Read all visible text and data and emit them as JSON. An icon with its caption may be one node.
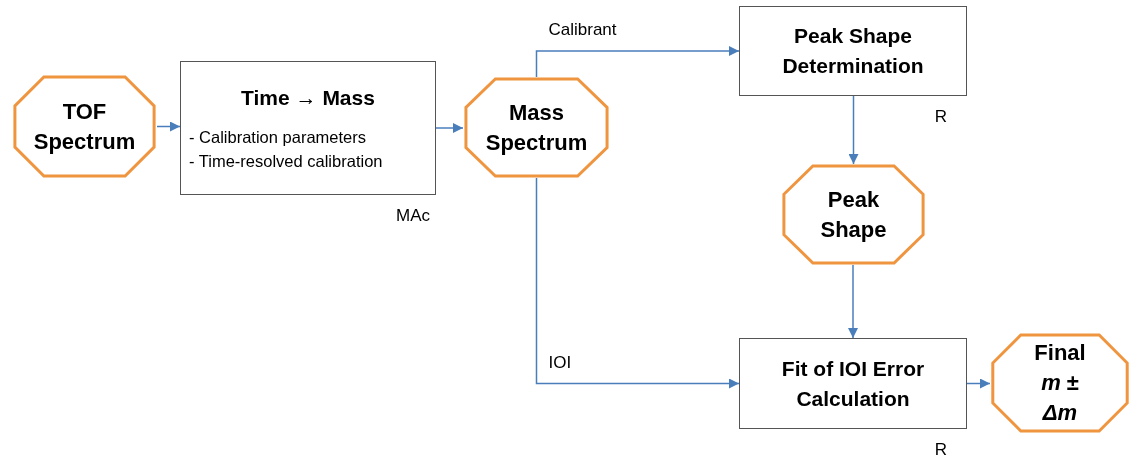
{
  "diagram": {
    "nodes": [
      {
        "text": [
          "TOF Spectrum"
        ]
      },
      {
        "text": [
          "Time → Mass",
          "- Calibration parameters",
          "- Time-resolved calibration"
        ],
        "beside": [
          "MAc"
        ]
      },
      {
        "text": [
          "Mass Spectrum"
        ]
      },
      {
        "text": [
          "Peak Shape Determination"
        ],
        "beside": [
          "R"
        ]
      },
      {
        "text": [
          "Peak Shape"
        ]
      },
      {
        "text": [
          "Fit of IOI Error Calculation"
        ],
        "beside": [
          "R"
        ]
      },
      {
        "text": [
          "Final *m* ± *Δm*"
        ]
      }
    ],
    "edges": [
      {
        "from": 0,
        "to": 1,
        "arrow": "to"
      },
      {
        "from": 1,
        "to": 2,
        "arrow": "to"
      },
      {
        "from": 2,
        "to": 3,
        "arrow": "to",
        "label": "Calibrant"
      },
      {
        "from": 3,
        "to": 4,
        "arrow": "to"
      },
      {
        "from": 4,
        "to": 5,
        "arrow": "to"
      },
      {
        "from": 2,
        "to": 5,
        "arrow": "to",
        "label": "IOI"
      },
      {
        "from": 5,
        "to": 6,
        "arrow": "to"
      }
    ]
  }
}
